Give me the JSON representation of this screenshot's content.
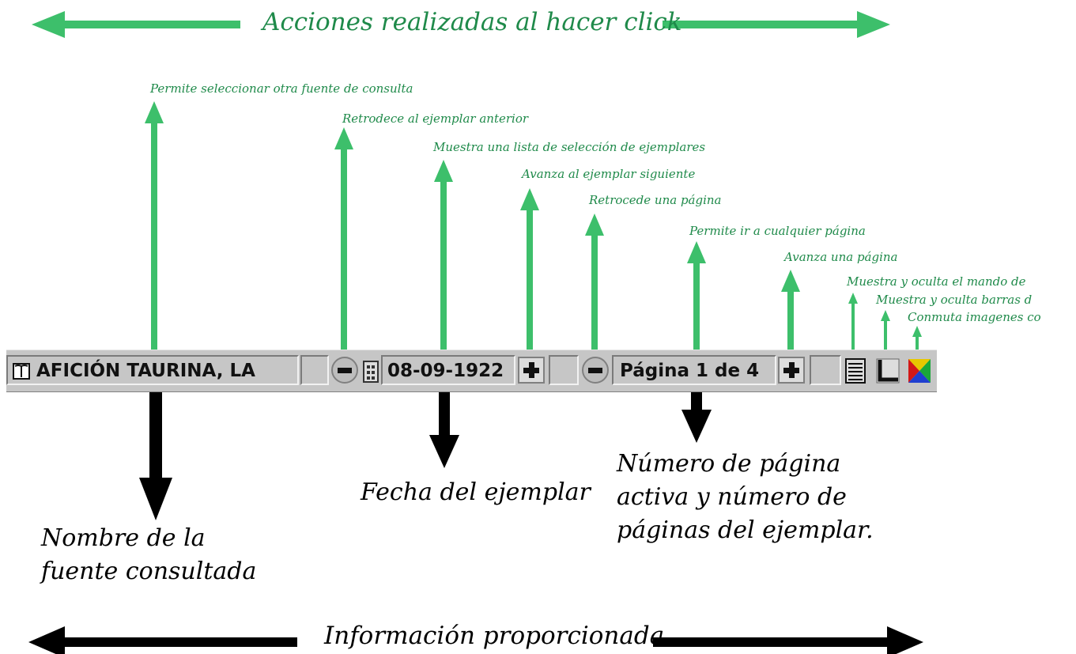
{
  "headers": {
    "top": "Acciones realizadas al hacer click",
    "bottom": "Información proporcionada"
  },
  "actions": [
    "Permite seleccionar otra fuente de consulta",
    "Retrodece al ejemplar anterior",
    "Muestra una lista de selección de ejemplares",
    "Avanza al ejemplar siguiente",
    "Retrocede una página",
    "Permite ir a cualquier página",
    "Avanza una página",
    "Muestra y oculta el mando de",
    "Muestra y oculta barras d",
    "Conmuta imagenes co"
  ],
  "info": {
    "source_name": "Nombre de la fuente consultada",
    "issue_date": "Fecha del ejemplar",
    "page_info": "Número de página activa y número de páginas del ejemplar."
  },
  "toolbar": {
    "source": "AFICIÓN TAURINA, LA",
    "date": "08-09-1922",
    "page": "Página 1 de 4"
  },
  "colors": {
    "action_arrow": "#3dbf6b",
    "action_text": "#1f8a4a",
    "info_arrow": "#000000",
    "toolbar_bg": "#c6c6c6"
  },
  "icons": [
    "book-icon",
    "minus-icon",
    "calendar-icon",
    "plus-icon",
    "minus-icon",
    "plus-icon",
    "list-icon",
    "frame-icon",
    "color-icon"
  ]
}
